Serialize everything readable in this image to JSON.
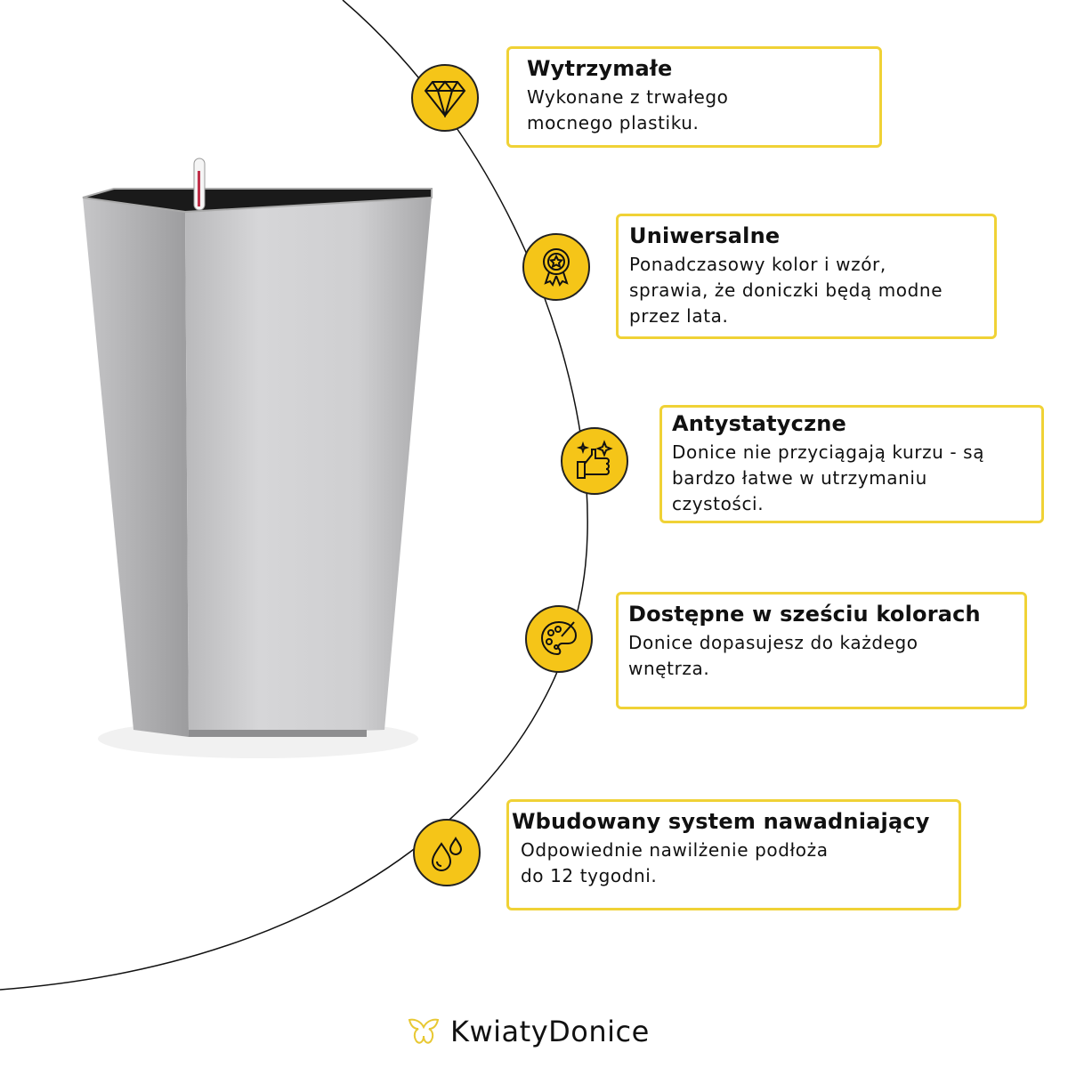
{
  "features": [
    {
      "title": "Wytrzymałe",
      "text": [
        "Wykonane z trwałego",
        "mocnego plastiku."
      ],
      "icon": "diamond-icon"
    },
    {
      "title": "Uniwersalne",
      "text": [
        "Ponadczasowy kolor i wzór,",
        "sprawia, że doniczki będą modne",
        "przez lata."
      ],
      "icon": "award-medal-icon"
    },
    {
      "title": "Antystatyczne",
      "text": [
        "Donice nie przyciągają kurzu - są",
        "bardzo łatwe w utrzymaniu",
        "czystości."
      ],
      "icon": "sparkle-thumbs-up-icon"
    },
    {
      "title": "Dostępne w sześciu kolorach",
      "text": [
        "Donice dopasujesz do każdego",
        "wnętrza."
      ],
      "icon": "paint-palette-icon"
    },
    {
      "title": "Wbudowany system nawadniający",
      "text": [
        "Odpowiednie nawilżenie podłoża",
        "do 12 tygodni."
      ],
      "icon": "water-drops-icon"
    }
  ],
  "brand": {
    "name": "KwiatyDonice"
  },
  "colors": {
    "accent": "#f5c518",
    "border": "#f0d236"
  }
}
